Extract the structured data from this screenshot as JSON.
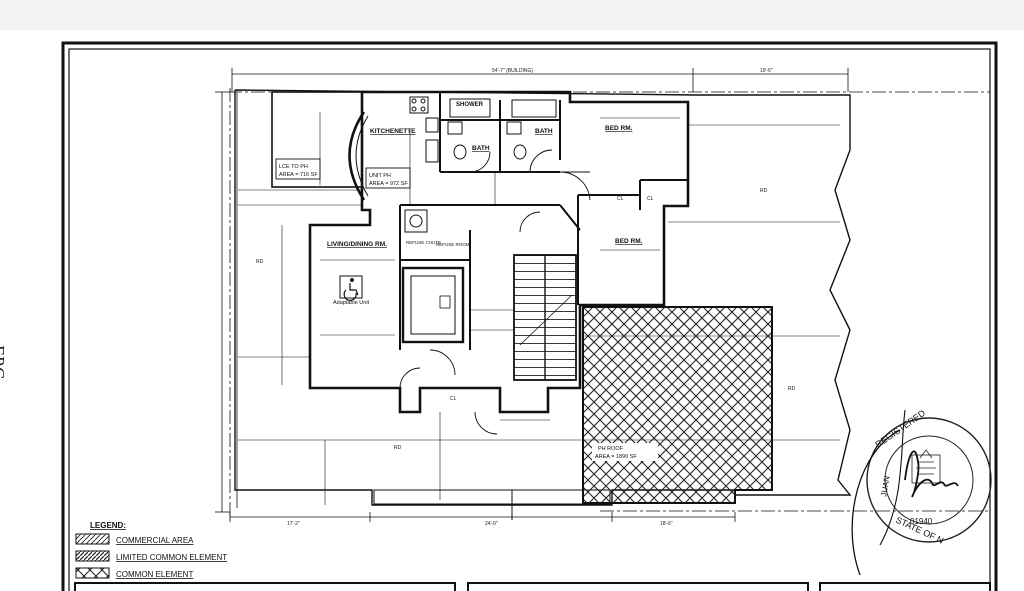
{
  "side_note": "FPG",
  "overall_dims": {
    "top_overall": "54'-7\" (BUILDING)",
    "top_right": "19'-6\"",
    "bottom_left": "17'-2\"",
    "bottom_mid": "24'-0\"",
    "bottom_right": "18'-6\""
  },
  "rooms": {
    "kitchenette": "KITCHENETTE",
    "shower": "SHOWER",
    "bath_1": "BATH",
    "bath_2": "BATH",
    "bed_rm_1": "BED RM.",
    "bed_rm_2": "BED RM.",
    "living_dining": "LIVING/DINING RM.",
    "adaptable_unit": "Adaptable Unit",
    "refuse_chute": "REFUSE CHUTE",
    "refuse_room": "REFUSE ROOM",
    "lce_area_line1": "LCE TO PH",
    "lce_area_line2": "AREA = 716 SF",
    "unit_area_line1": "UNIT PH",
    "unit_area_line2": "AREA = 972 SF",
    "common_area_line1": "PH ROOF",
    "common_area_line2": "AREA = 1890 SF",
    "rd": "RD",
    "cl": "CL"
  },
  "legend": {
    "title": "LEGEND:",
    "items": [
      {
        "label": "COMMERCIAL AREA",
        "pattern": "single-hatch"
      },
      {
        "label": "LIMITED COMMON ELEMENT",
        "pattern": "double-hatch"
      },
      {
        "label": "COMMON ELEMENT",
        "pattern": "crosshatch"
      }
    ]
  },
  "seal": {
    "ring_text_top": "REGISTERED",
    "ring_text_name": "JUAN",
    "ring_text_bottom": "STATE OF N",
    "license": "01940"
  },
  "colors": {
    "ink": "#111111",
    "paper": "#ffffff"
  }
}
